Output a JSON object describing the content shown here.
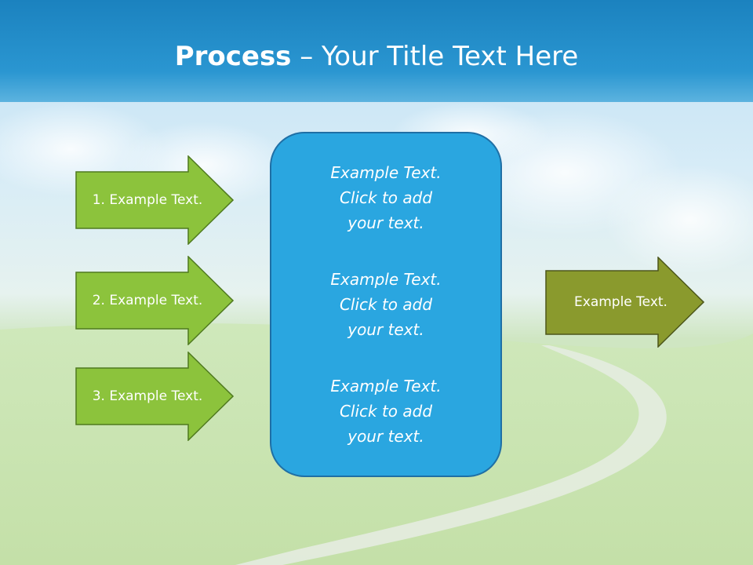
{
  "title": {
    "bold": "Process",
    "rest": " – Your Title Text Here"
  },
  "left_arrows": [
    {
      "label": "1. Example Text."
    },
    {
      "label": "2. Example Text."
    },
    {
      "label": "3. Example Text."
    }
  ],
  "center_box": {
    "items": [
      {
        "lines": [
          "Example Text.",
          "Click  to add",
          "your text."
        ]
      },
      {
        "lines": [
          "Example Text.",
          "Click  to add",
          "your text."
        ]
      },
      {
        "lines": [
          "Example Text.",
          "Click  to add",
          "your text."
        ]
      }
    ]
  },
  "right_arrow": {
    "label": "Example Text."
  },
  "colors": {
    "title_bar": "#1b82bf",
    "green_arrow": "#8cc33c",
    "olive_arrow": "#8a9a2d",
    "center_box": "#2aa6e0"
  }
}
